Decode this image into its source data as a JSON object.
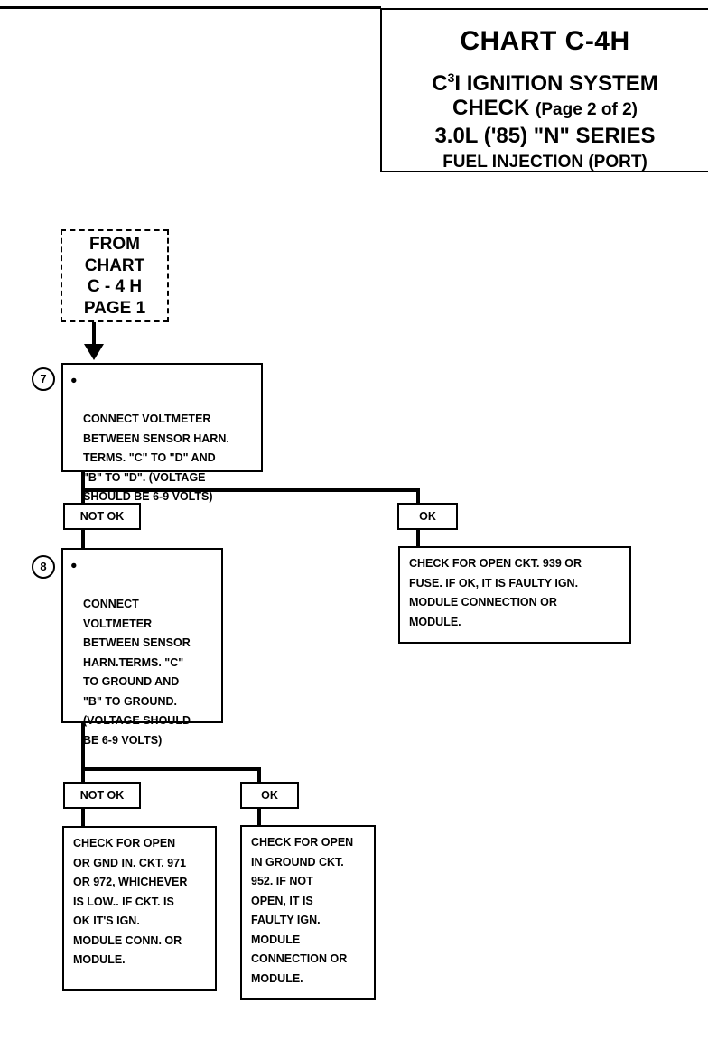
{
  "title": {
    "chart": "CHART  C-4H",
    "line2_prefix": "C",
    "line2_sup": "3",
    "line2_rest": "I  IGNITION SYSTEM",
    "line3_main": "CHECK ",
    "line3_small": "(Page 2 of 2)",
    "line4": "3.0L ('85) \"N\" SERIES",
    "line5": "FUEL INJECTION (PORT)"
  },
  "from_box": {
    "lines": [
      "FROM",
      "CHART",
      "C - 4 H",
      "PAGE 1"
    ]
  },
  "steps": [
    {
      "number": "7",
      "bullet": "●",
      "text": "CONNECT VOLTMETER\nBETWEEN SENSOR HARN.\nTERMS. \"C\" TO \"D\" AND\n\"B\" TO \"D\". (VOLTAGE\nSHOULD BE 6-9 VOLTS)"
    },
    {
      "number": "8",
      "bullet": "●",
      "text": "CONNECT\nVOLTMETER\nBETWEEN  SENSOR\nHARN.TERMS. \"C\"\nTO GROUND AND\n\"B\" TO GROUND.\n(VOLTAGE SHOULD\nBE 6-9 VOLTS)"
    }
  ],
  "labels": {
    "not_ok_1": "NOT OK",
    "ok_1": "OK",
    "not_ok_2": "NOT OK",
    "ok_2": "OK"
  },
  "results": {
    "step7_ok": "CHECK FOR OPEN CKT. 939 OR\nFUSE.  IF OK, IT IS FAULTY IGN.\nMODULE CONNECTION OR\nMODULE.",
    "step8_not_ok": "CHECK FOR OPEN\nOR GND IN. CKT. 971\nOR 972, WHICHEVER\nIS LOW..  IF CKT. IS\nOK IT'S IGN.\nMODULE CONN. OR\nMODULE.",
    "step8_ok": "CHECK FOR OPEN\nIN GROUND CKT.\n952.  IF NOT\nOPEN, IT IS\nFAULTY IGN.\nMODULE\nCONNECTION OR\nMODULE."
  }
}
